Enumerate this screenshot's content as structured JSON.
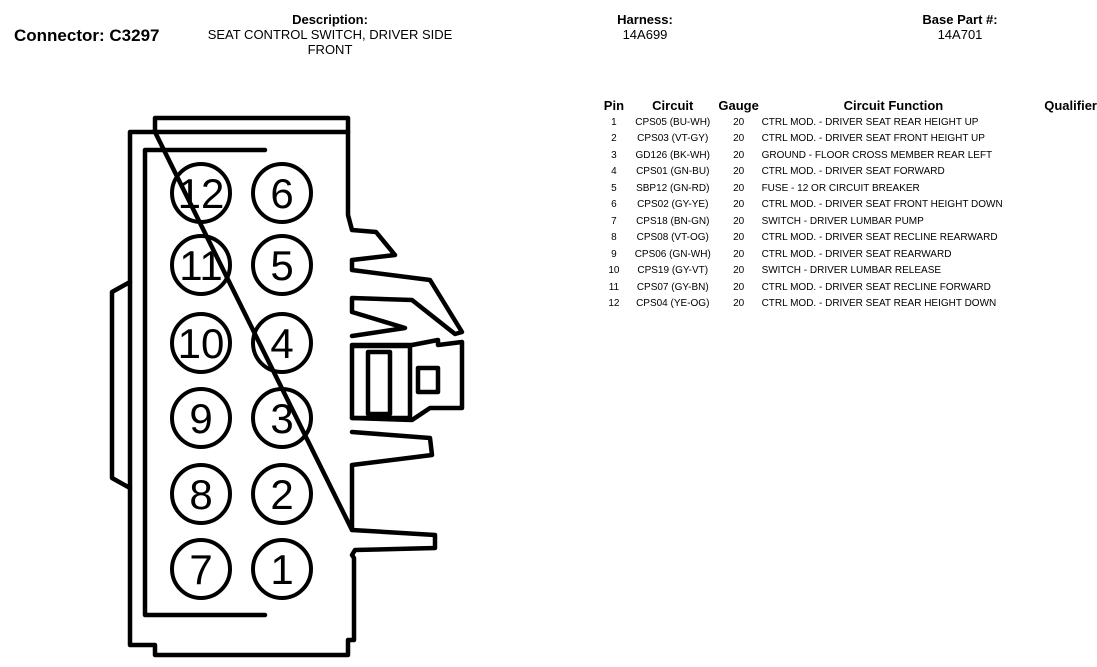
{
  "header": {
    "connector_label": "Connector:",
    "connector_id": "C3297",
    "description_label": "Description:",
    "description_value": "SEAT CONTROL SWITCH, DRIVER SIDE FRONT",
    "harness_label": "Harness:",
    "harness_value": "14A699",
    "base_part_label": "Base Part #:",
    "base_part_value": "14A701"
  },
  "table": {
    "columns": [
      "Pin",
      "Circuit",
      "Gauge",
      "Circuit Function",
      "Qualifier"
    ],
    "rows": [
      {
        "pin": "1",
        "circuit": "CPS05 (BU-WH)",
        "gauge": "20",
        "function": "CTRL MOD. - DRIVER SEAT REAR HEIGHT UP",
        "qualifier": ""
      },
      {
        "pin": "2",
        "circuit": "CPS03 (VT-GY)",
        "gauge": "20",
        "function": "CTRL MOD. - DRIVER SEAT FRONT HEIGHT UP",
        "qualifier": ""
      },
      {
        "pin": "3",
        "circuit": "GD126 (BK-WH)",
        "gauge": "20",
        "function": "GROUND - FLOOR CROSS MEMBER REAR LEFT",
        "qualifier": ""
      },
      {
        "pin": "4",
        "circuit": "CPS01 (GN-BU)",
        "gauge": "20",
        "function": "CTRL MOD. - DRIVER SEAT FORWARD",
        "qualifier": ""
      },
      {
        "pin": "5",
        "circuit": "SBP12 (GN-RD)",
        "gauge": "20",
        "function": "FUSE - 12 OR CIRCUIT BREAKER",
        "qualifier": ""
      },
      {
        "pin": "6",
        "circuit": "CPS02 (GY-YE)",
        "gauge": "20",
        "function": "CTRL MOD. - DRIVER SEAT FRONT HEIGHT DOWN",
        "qualifier": ""
      },
      {
        "pin": "7",
        "circuit": "CPS18 (BN-GN)",
        "gauge": "20",
        "function": "SWITCH - DRIVER LUMBAR PUMP",
        "qualifier": ""
      },
      {
        "pin": "8",
        "circuit": "CPS08 (VT-OG)",
        "gauge": "20",
        "function": "CTRL MOD. - DRIVER SEAT RECLINE REARWARD",
        "qualifier": ""
      },
      {
        "pin": "9",
        "circuit": "CPS06 (GN-WH)",
        "gauge": "20",
        "function": "CTRL MOD. - DRIVER SEAT REARWARD",
        "qualifier": ""
      },
      {
        "pin": "10",
        "circuit": "CPS19 (GY-VT)",
        "gauge": "20",
        "function": "SWITCH - DRIVER LUMBAR RELEASE",
        "qualifier": ""
      },
      {
        "pin": "11",
        "circuit": "CPS07 (GY-BN)",
        "gauge": "20",
        "function": "CTRL MOD. - DRIVER SEAT RECLINE FORWARD",
        "qualifier": ""
      },
      {
        "pin": "12",
        "circuit": "CPS04 (YE-OG)",
        "gauge": "20",
        "function": "CTRL MOD. - DRIVER SEAT REAR HEIGHT DOWN",
        "qualifier": ""
      }
    ]
  },
  "diagram": {
    "pins_left_column": [
      "12",
      "11",
      "10",
      "9",
      "8",
      "7"
    ],
    "pins_right_column": [
      "6",
      "5",
      "4",
      "3",
      "2",
      "1"
    ]
  }
}
